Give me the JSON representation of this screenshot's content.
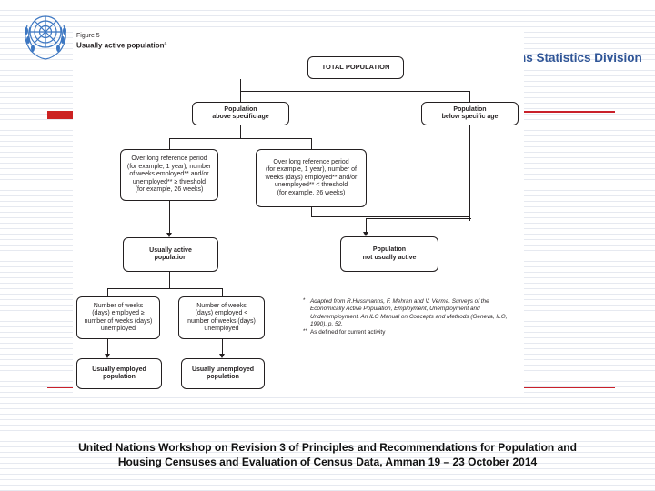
{
  "header": {
    "division": "ns Statistics Division"
  },
  "figure": {
    "number": "Figure 5",
    "title": "Usually active population",
    "title_marker": "a",
    "nodes": {
      "total": "TOTAL POPULATION",
      "above": [
        "Population",
        "above specific age"
      ],
      "below": [
        "Population",
        "below specific age"
      ],
      "long_ge": [
        "Over long reference period",
        "(for example, 1 year), number",
        "of weeks employed** and/or",
        "unemployed** ≥ threshold",
        "(for example, 26 weeks)"
      ],
      "long_lt": [
        "Over long reference period",
        "(for example, 1 year), number of",
        "weeks (days) employed** and/or",
        "unemployed** < threshold",
        "(for example, 26 weeks)"
      ],
      "usually_active": [
        "Usually active",
        "population"
      ],
      "not_usually_active": [
        "Population",
        "not usually active"
      ],
      "weeks_ge": [
        "Number of weeks",
        "(days) employed ≥",
        "number of weeks (days)",
        "unemployed"
      ],
      "weeks_lt": [
        "Number of weeks",
        "(days) employed <",
        "number of weeks (days)",
        "unemployed"
      ],
      "usually_employed": [
        "Usually employed",
        "population"
      ],
      "usually_unemployed": [
        "Usually unemployed",
        "population"
      ]
    },
    "footnotes": [
      {
        "mark": "*",
        "text": "Adapted from R.Hussmanns, F. Mehran and V. Verma. Surveys of the Economically Active Population, Employment, Unemployment and Underemployment. An ILO Manual on Concepts and Methods (Geneva, ILO, 1990), p. 52."
      },
      {
        "mark": "**",
        "text": "As defined for current activity"
      }
    ]
  },
  "caption": {
    "line1": "United Nations Workshop on Revision 3 of Principles and Recommendations for Population and",
    "line2": "Housing Censuses and Evaluation of Census Data, Amman 19 – 23 October 2014"
  },
  "colors": {
    "accent_red": "#c9202a",
    "title_blue": "#2f5597",
    "logo_blue": "#3d77c2"
  }
}
